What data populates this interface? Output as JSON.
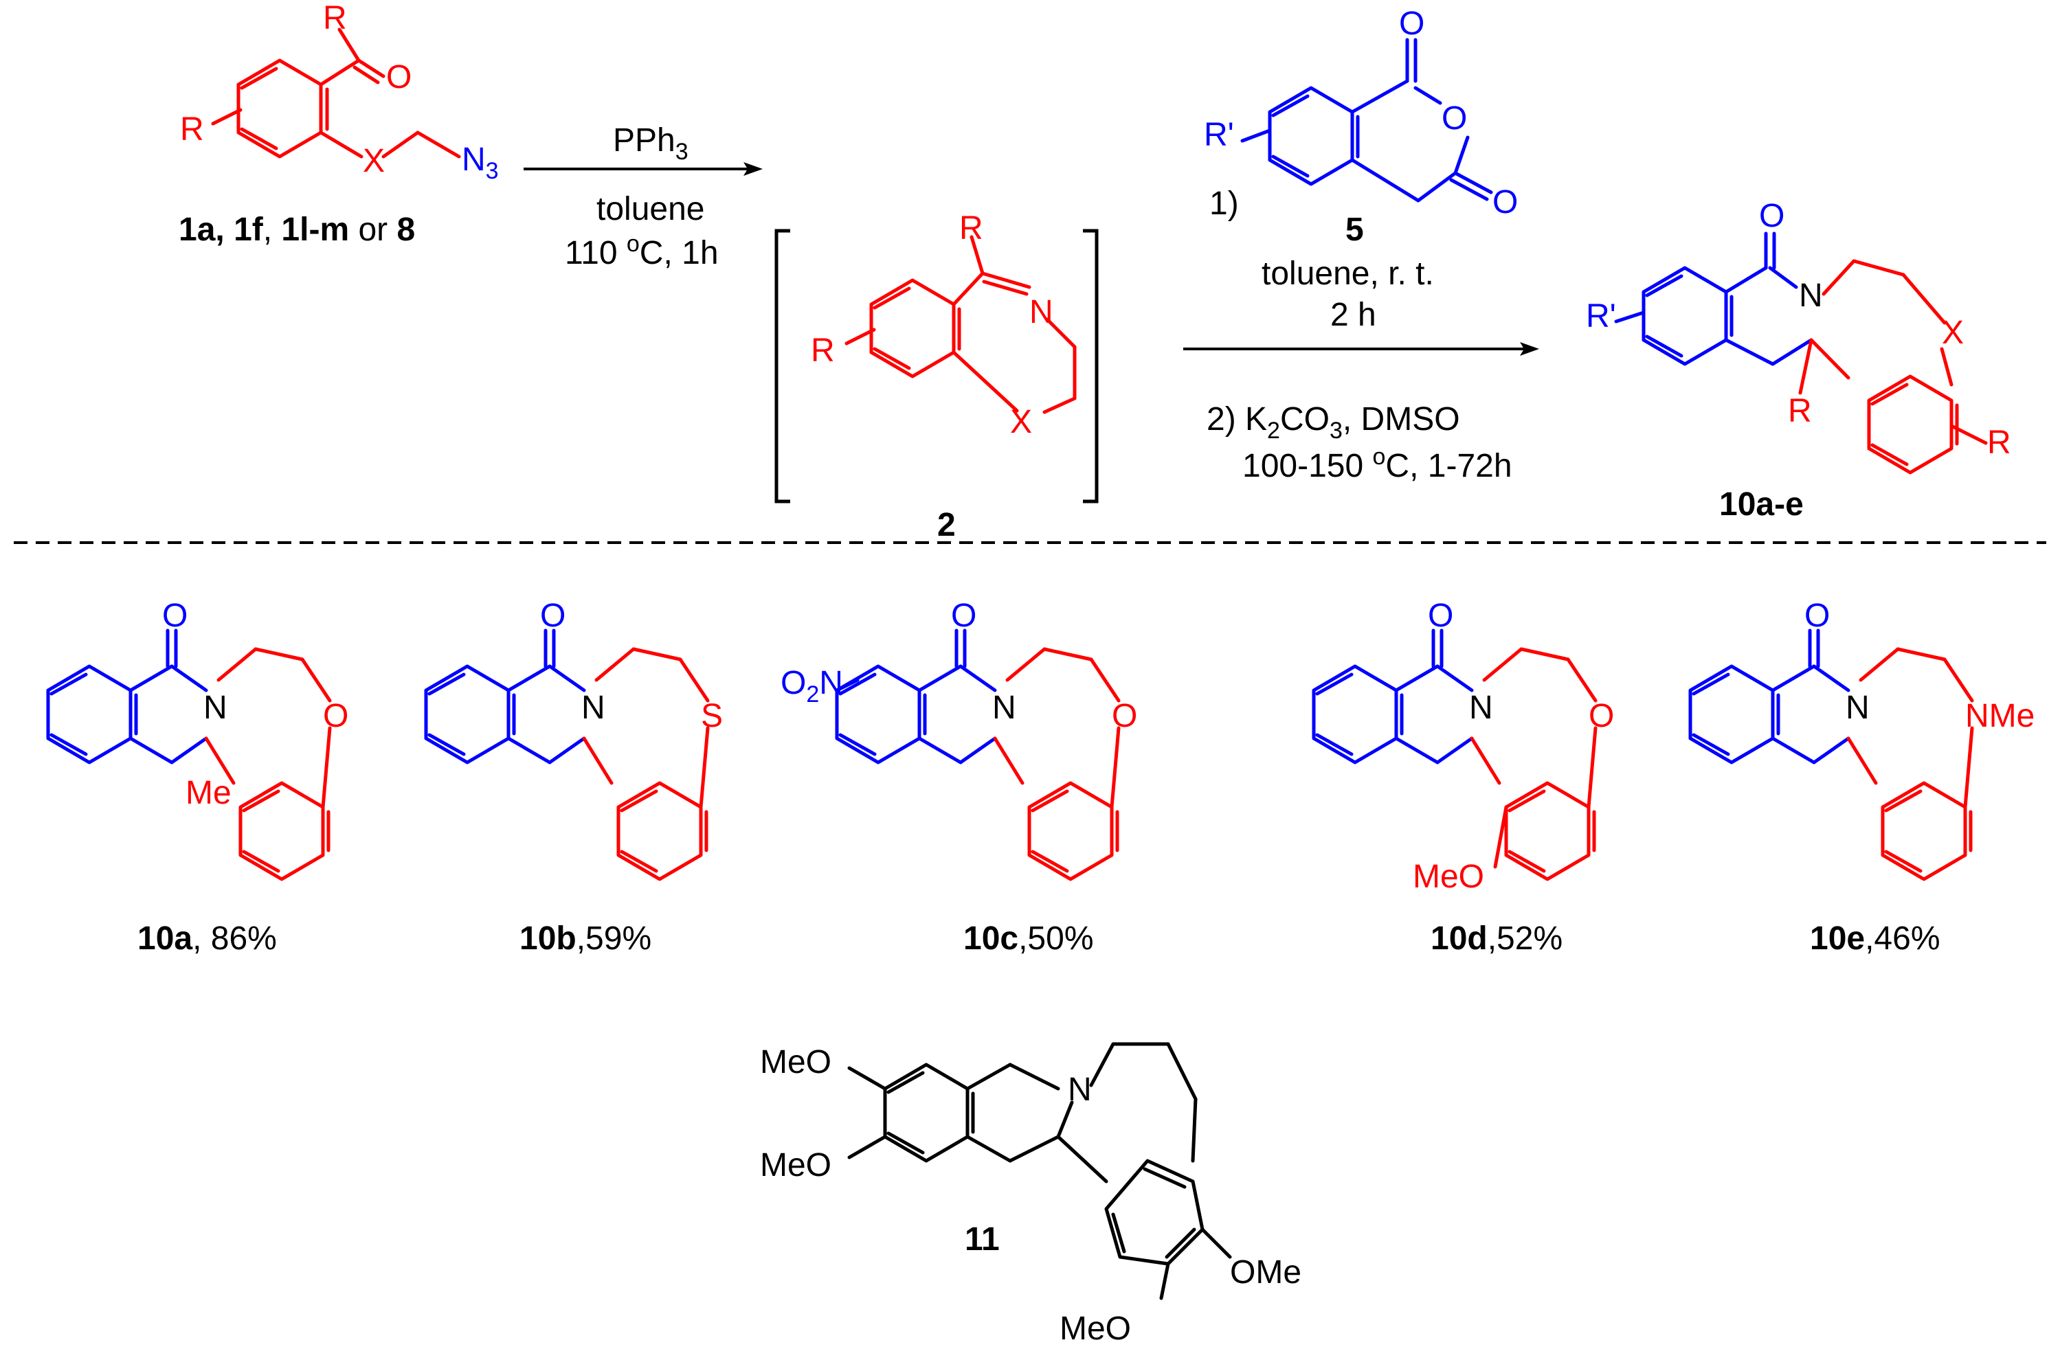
{
  "colors": {
    "black": "#000000",
    "red": "#ff0000",
    "blue": "#0000ff"
  },
  "labels": {
    "start": {
      "p1": "1a, 1f",
      "p2": ", ",
      "p3": "1l-m",
      "p4": " or ",
      "p5": "8"
    },
    "intermediate": "2",
    "anhydride": "5",
    "product_series": "10a-e",
    "cmpd11": "11",
    "examples": [
      {
        "id": "10a",
        "yield": ", 86%"
      },
      {
        "id": "10b",
        "yield": ",59%"
      },
      {
        "id": "10c",
        "yield": ",50%"
      },
      {
        "id": "10d",
        "yield": ",52%"
      },
      {
        "id": "10e",
        "yield": ",46%"
      }
    ]
  },
  "conditions": {
    "step1": {
      "reagent": "PPh",
      "reagent_sub": "3",
      "solvent": "toluene",
      "temp": "110 ",
      "temp_sup": "o",
      "temp_rest": "C, 1h"
    },
    "step2": {
      "s1_num": "1)",
      "s1_solvent": "toluene, r. t.",
      "s1_time": "2 h",
      "s2_pre": "2) K",
      "s2_sub1": "2",
      "s2_mid": "CO",
      "s2_sub2": "3",
      "s2_post": ", DMSO",
      "s2_temp": "100-150 ",
      "s2_sup": "o",
      "s2_rest": "C, 1-72h"
    }
  },
  "atoms": {
    "R": "R",
    "Rp": "R'",
    "O": "O",
    "N": "N",
    "X": "X",
    "S": "S",
    "Me": "Me",
    "MeO": "MeO",
    "OMe": "OMe",
    "NMe": "NMe",
    "N3": "N",
    "N3_sub": "3",
    "O2N": "O",
    "O2N_sub": "2",
    "O2N_N": "N"
  }
}
